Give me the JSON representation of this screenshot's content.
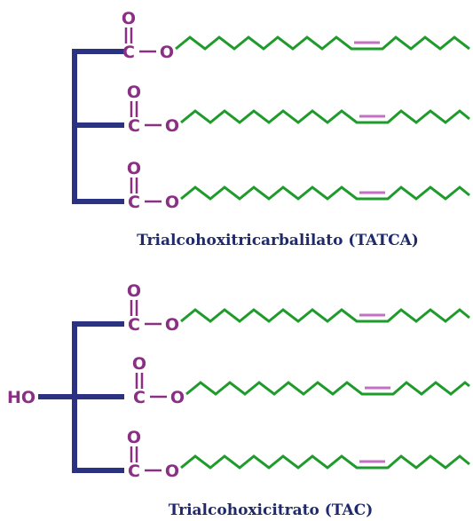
{
  "molecules": [
    {
      "caption": "Trialcohoxitricarbalilato (TATCA)",
      "branch_label": "",
      "ester_atoms": {
        "carbon": "C",
        "oxygen": "O",
        "carbonyl_oxygen": "O"
      }
    },
    {
      "caption": "Trialcohoxicitrato (TAC)",
      "branch_label": "HO",
      "ester_atoms": {
        "carbon": "C",
        "oxygen": "O",
        "carbonyl_oxygen": "O"
      }
    }
  ],
  "colors": {
    "backbone": "#2c3282",
    "atoms": "#8b2f84",
    "alkyl_chain": "#1f9b2c",
    "double_bond": "#c56fc4",
    "caption": "#1f2a6b"
  }
}
